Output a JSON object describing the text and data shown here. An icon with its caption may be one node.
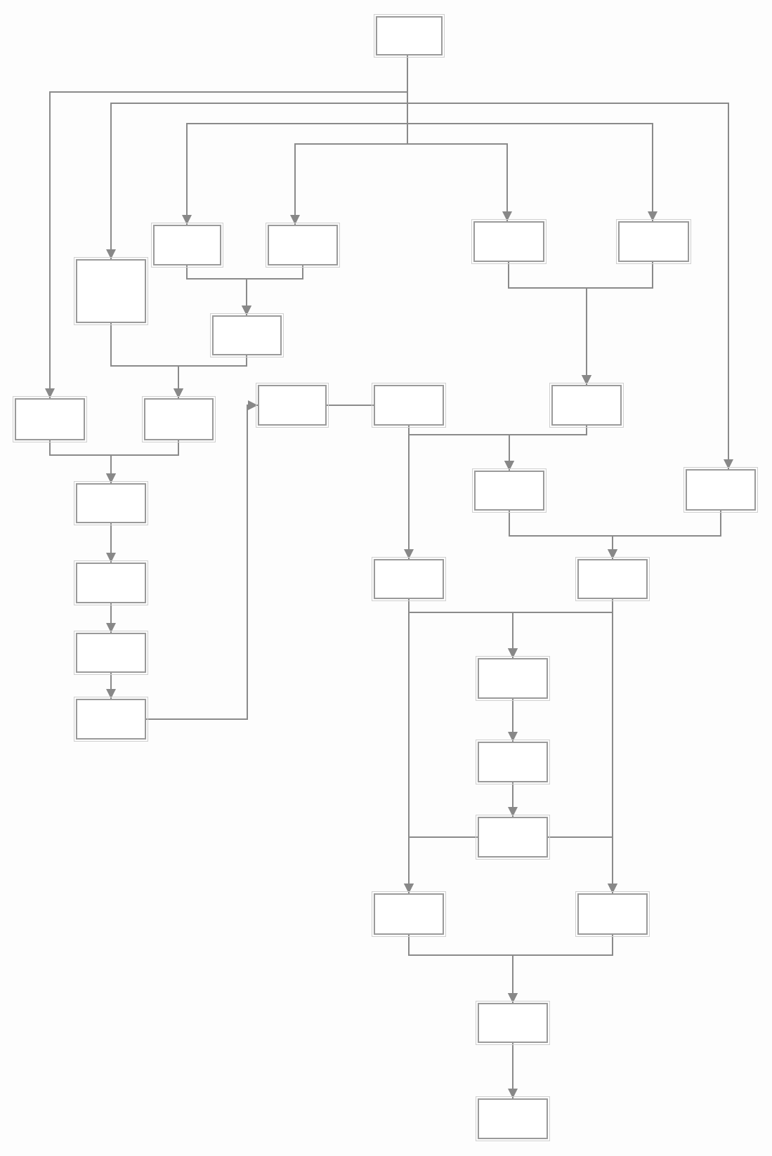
{
  "diagram": {
    "nodes": [
      {
        "text": [],
        "shape": "box"
      },
      {
        "text": [],
        "shape": "box"
      },
      {
        "text": [],
        "shape": "box"
      },
      {
        "text": [],
        "shape": "box"
      },
      {
        "text": [],
        "shape": "box"
      },
      {
        "text": [],
        "shape": "box"
      },
      {
        "text": [],
        "shape": "box"
      },
      {
        "text": [],
        "shape": "box"
      },
      {
        "text": [],
        "shape": "box"
      },
      {
        "text": [],
        "shape": "box"
      },
      {
        "text": [],
        "shape": "box"
      },
      {
        "text": [],
        "shape": "box"
      },
      {
        "text": [],
        "shape": "box"
      },
      {
        "text": [],
        "shape": "box"
      },
      {
        "text": [],
        "shape": "box"
      },
      {
        "text": [],
        "shape": "box"
      },
      {
        "text": [],
        "shape": "box"
      },
      {
        "text": [],
        "shape": "box"
      },
      {
        "text": [],
        "shape": "box"
      },
      {
        "text": [],
        "shape": "box"
      },
      {
        "text": [],
        "shape": "box"
      },
      {
        "text": [],
        "shape": "box"
      },
      {
        "text": [],
        "shape": "box"
      },
      {
        "text": [],
        "shape": "box"
      },
      {
        "text": [],
        "shape": "box"
      },
      {
        "text": [],
        "shape": "box"
      },
      {
        "text": [],
        "shape": "box"
      }
    ],
    "edges": [
      {
        "from": 0,
        "to": 7,
        "arrow": "to"
      },
      {
        "from": 0,
        "to": 5,
        "arrow": "to"
      },
      {
        "from": 0,
        "to": 13,
        "arrow": "to"
      },
      {
        "from": 0,
        "to": 1,
        "arrow": "to"
      },
      {
        "from": 0,
        "to": 4,
        "arrow": "to"
      },
      {
        "from": 0,
        "to": 2,
        "arrow": "to"
      },
      {
        "from": 0,
        "to": 3,
        "arrow": "to"
      },
      {
        "from": 1,
        "to": 6,
        "arrow": "to"
      },
      {
        "from": 2,
        "to": 6,
        "arrow": "to"
      },
      {
        "from": 5,
        "to": 8,
        "arrow": "to"
      },
      {
        "from": 6,
        "to": 8,
        "arrow": "to"
      },
      {
        "from": 7,
        "to": 14,
        "arrow": "to"
      },
      {
        "from": 8,
        "to": 14,
        "arrow": "to"
      },
      {
        "from": 14,
        "to": 17,
        "arrow": "to"
      },
      {
        "from": 17,
        "to": 18,
        "arrow": "to"
      },
      {
        "from": 18,
        "to": 19,
        "arrow": "to"
      },
      {
        "from": 19,
        "to": 9,
        "arrow": "to"
      },
      {
        "from": 10,
        "to": 9,
        "arrow": "none"
      },
      {
        "from": 3,
        "to": 11,
        "arrow": "to"
      },
      {
        "from": 4,
        "to": 11,
        "arrow": "to"
      },
      {
        "from": 10,
        "to": 12,
        "arrow": "to"
      },
      {
        "from": 11,
        "to": 12,
        "arrow": "to"
      },
      {
        "from": 10,
        "to": 15,
        "arrow": "to"
      },
      {
        "from": 12,
        "to": 16,
        "arrow": "to"
      },
      {
        "from": 13,
        "to": 16,
        "arrow": "to"
      },
      {
        "from": 15,
        "to": 20,
        "arrow": "to"
      },
      {
        "from": 16,
        "to": 20,
        "arrow": "to"
      },
      {
        "from": 20,
        "to": 21,
        "arrow": "to"
      },
      {
        "from": 21,
        "to": 22,
        "arrow": "to"
      },
      {
        "from": 22,
        "to": 23,
        "arrow": "to"
      },
      {
        "from": 22,
        "to": 24,
        "arrow": "to"
      },
      {
        "from": 15,
        "to": 23,
        "arrow": "to"
      },
      {
        "from": 16,
        "to": 24,
        "arrow": "to"
      },
      {
        "from": 23,
        "to": 25,
        "arrow": "to"
      },
      {
        "from": 24,
        "to": 25,
        "arrow": "to"
      },
      {
        "from": 25,
        "to": 26,
        "arrow": "to"
      }
    ]
  }
}
